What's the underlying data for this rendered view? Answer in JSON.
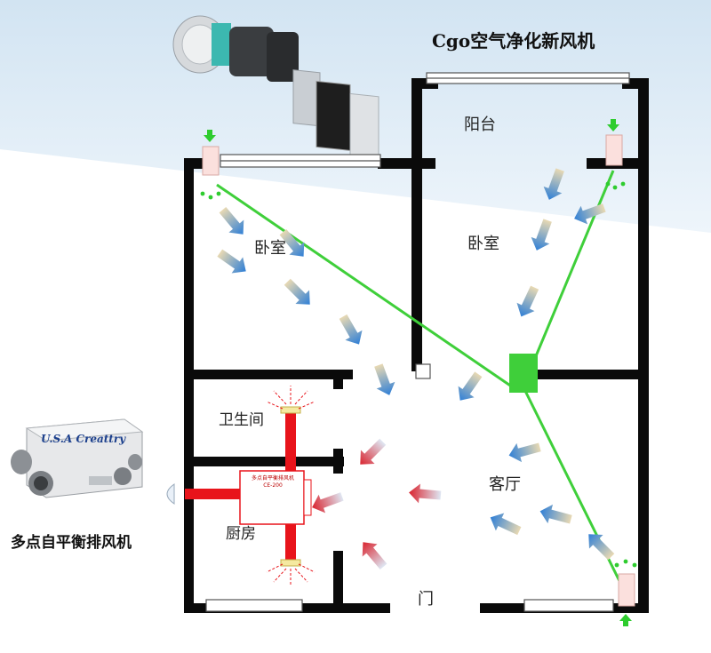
{
  "title": "Cgo空气净化新风机",
  "rooms": {
    "balcony": "阳台",
    "bedroom_left": "卧室",
    "bedroom_right": "卧室",
    "bathroom": "卫生间",
    "kitchen": "厨房",
    "living_room": "客厅",
    "door": "门"
  },
  "exhaust_unit": {
    "name": "多点自平衡排风机",
    "brand": "U.S.A Creattry",
    "label_line1": "多点自平衡排风机",
    "label_line2": "CE-200"
  },
  "colors": {
    "fresh_air_pipe": "#3fcf3a",
    "exhaust_duct": "#e8141b",
    "fresh_arrow": "#2f7fd6",
    "exhaust_arrow": "#d9232e",
    "wall": "#0a0a0a",
    "sky_band": "#dcebf6"
  }
}
